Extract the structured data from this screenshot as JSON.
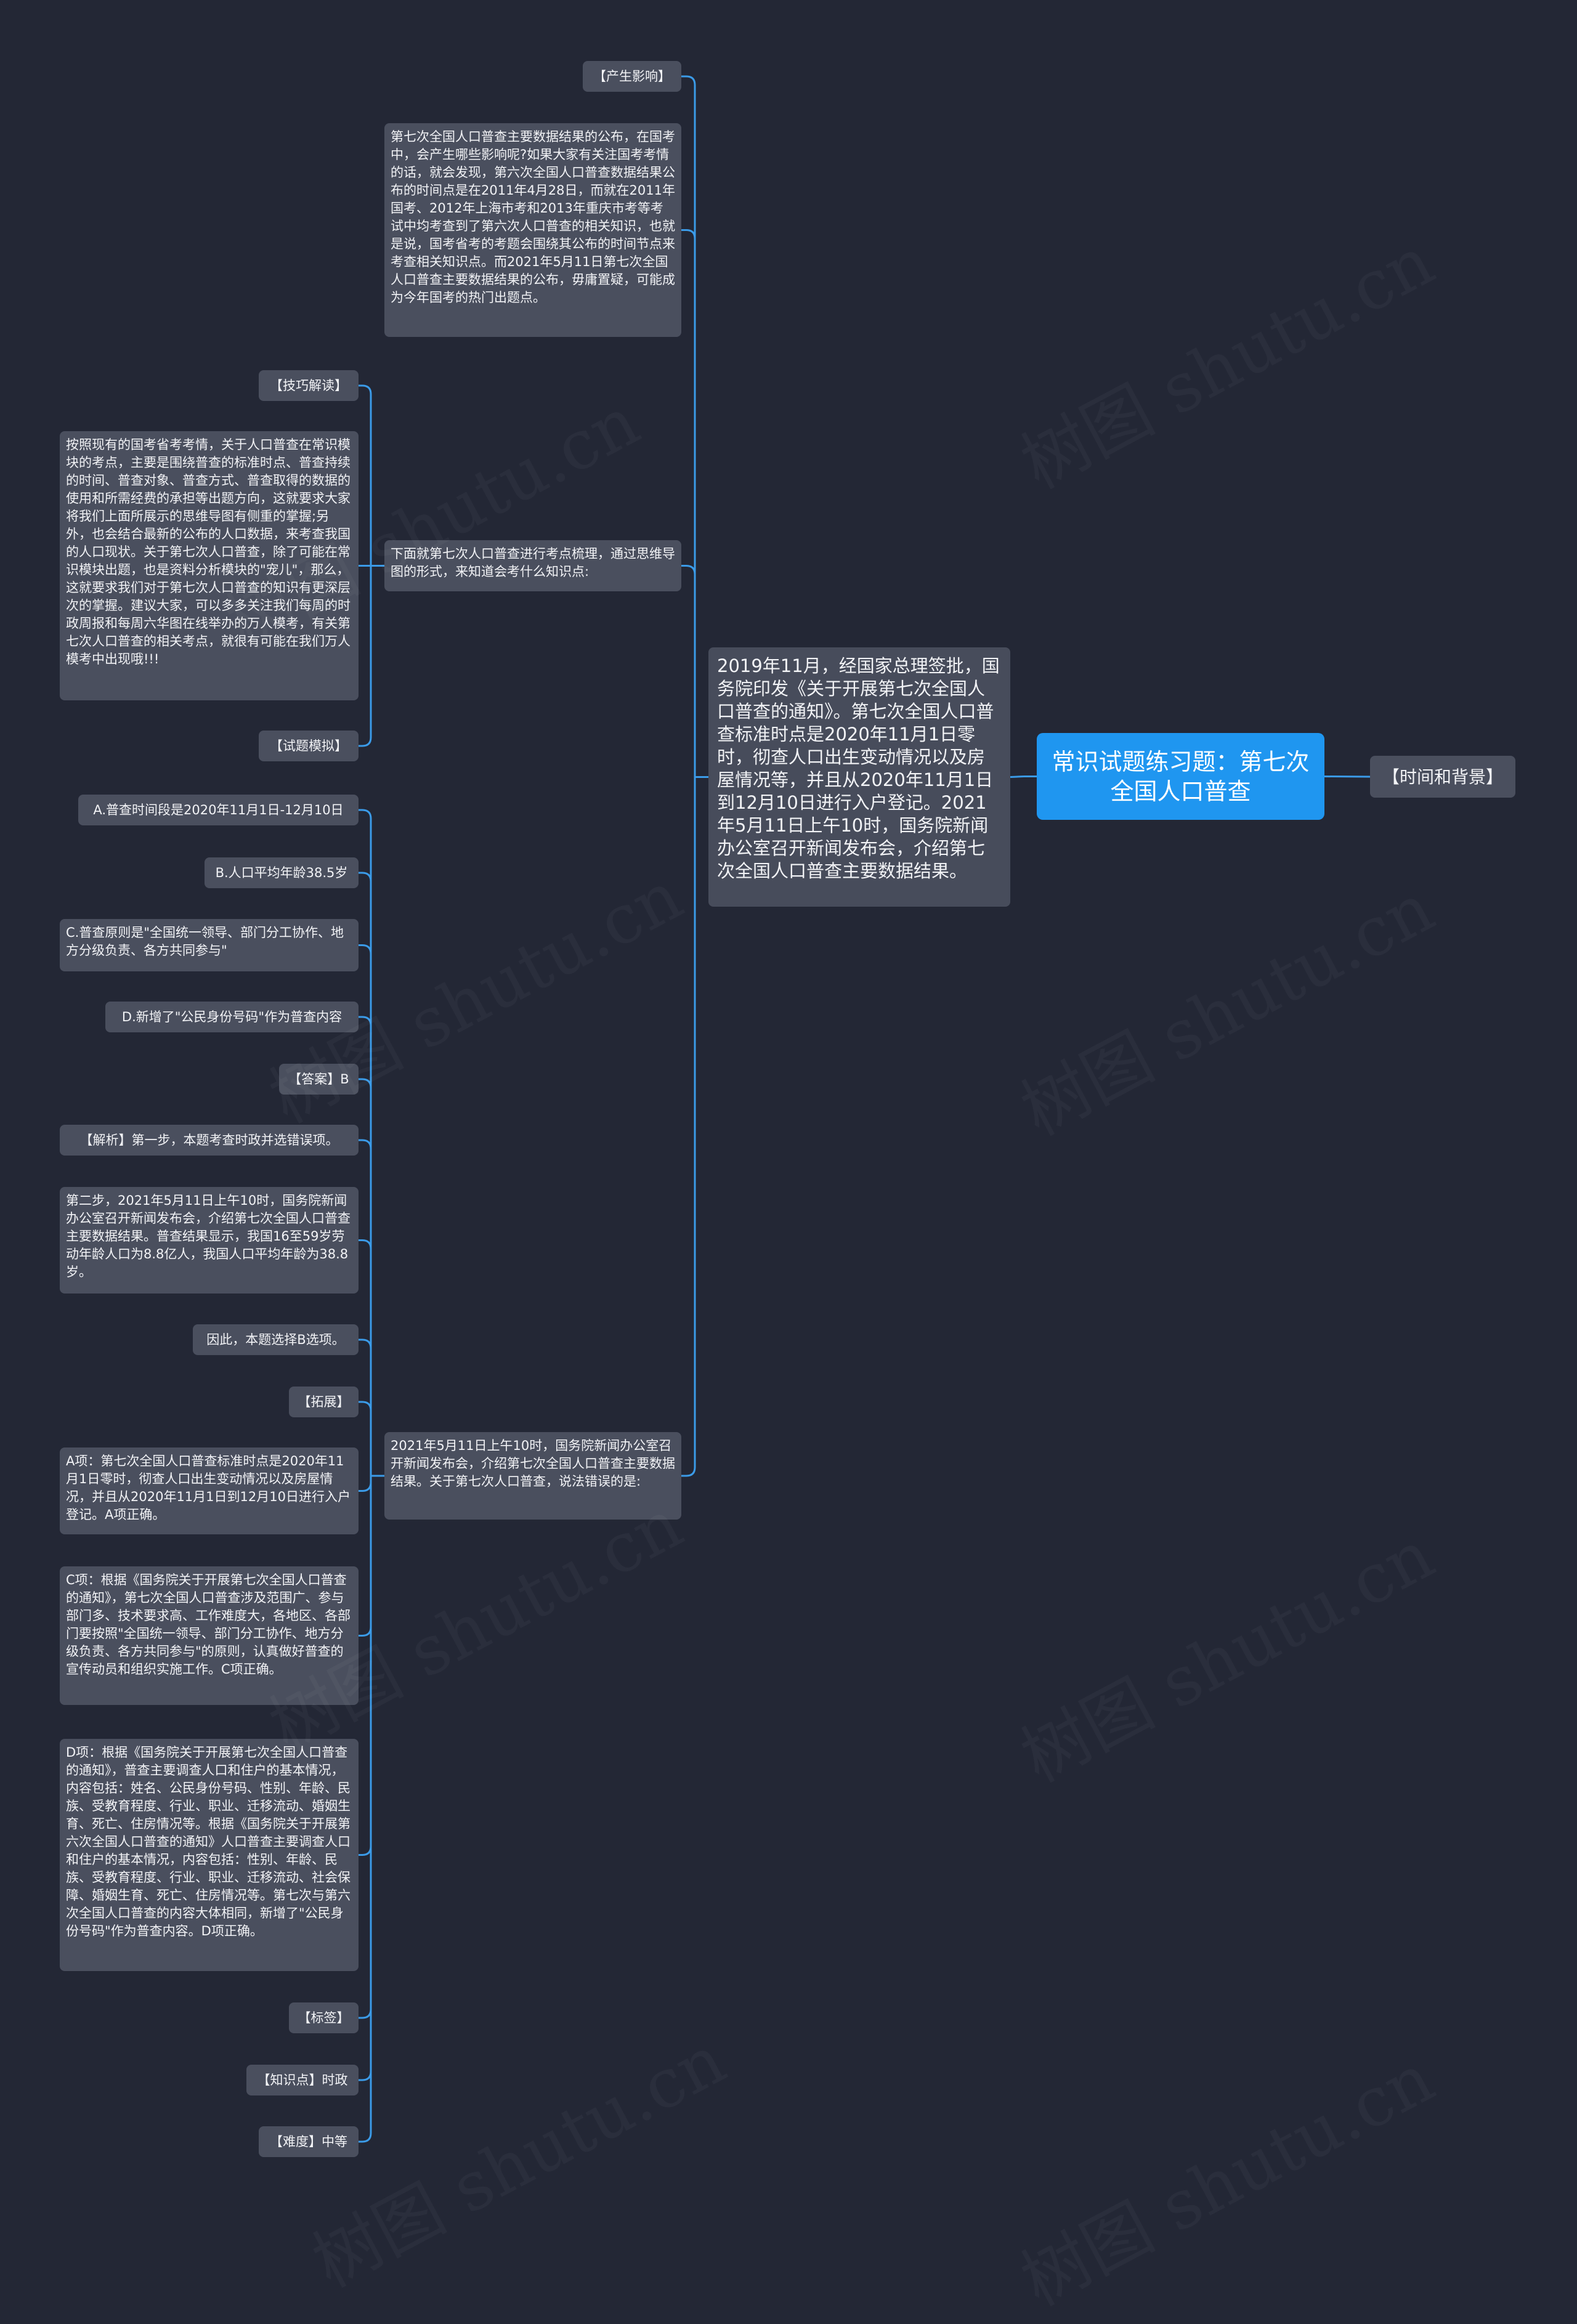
{
  "watermark": "树图 shutu.cn",
  "root": {
    "label": "常识试题练习题：第七次全国人口普查"
  },
  "right_tag": {
    "label": "【时间和背景】"
  },
  "main": {
    "text": "2019年11月，经国家总理签批，国务院印发《关于开展第七次全国人口普查的通知》。第七次全国人口普查标准时点是2020年11月1日零时，彻查人口出生变动情况以及房屋情况等，并且从2020年11月1日到12月10日进行入户登记。2021年5月11日上午10时，国务院新闻办公室召开新闻发布会，介绍第七次全国人口普查主要数据结果。"
  },
  "level2": {
    "influence_title": "【产生影响】",
    "influence_text": "第七次全国人口普查主要数据结果的公布，在国考中，会产生哪些影响呢?如果大家有关注国考考情的话，就会发现，第六次全国人口普查数据结果公布的时间点是在2011年4月28日，而就在2011年国考、2012年上海市考和2013年重庆市考等考试中均考查到了第六次人口普查的相关知识，也就是说，国考省考的考题会围绕其公布的时间节点来考查相关知识点。而2021年5月11日第七次全国人口普查主要数据结果的公布，毋庸置疑，可能成为今年国考的热门出题点。",
    "mindmap_text": "下面就第七次人口普查进行考点梳理，通过思维导图的形式，来知道会考什么知识点:",
    "question_text": "2021年5月11日上午10时，国务院新闻办公室召开新闻发布会，介绍第七次全国人口普查主要数据结果。关于第七次人口普查，说法错误的是:"
  },
  "skill": {
    "title": "【技巧解读】",
    "text": "按照现有的国考省考考情，关于人口普查在常识模块的考点，主要是围绕普查的标准时点、普查持续的时间、普查对象、普查方式、普查取得的数据的使用和所需经费的承担等出题方向，这就要求大家将我们上面所展示的思维导图有侧重的掌握;另外，也会结合最新的公布的人口数据，来考查我国的人口现状。关于第七次人口普查，除了可能在常识模块出题，也是资料分析模块的\"宠儿\"，那么，这就要求我们对于第七次人口普查的知识有更深层次的掌握。建议大家，可以多多关注我们每周的时政周报和每周六华图在线举办的万人模考，有关第七次人口普查的相关考点，就很有可能在我们万人模考中出现哦!!!",
    "mock": "【试题模拟】"
  },
  "question_children": [
    "A.普查时间段是2020年11月1日-12月10日",
    "B.人口平均年龄38.5岁",
    "C.普查原则是\"全国统一领导、部门分工协作、地方分级负责、各方共同参与\"",
    "D.新增了\"公民身份号码\"作为普查内容",
    "【答案】B",
    "【解析】第一步，本题考查时政并选错误项。",
    "第二步，2021年5月11日上午10时，国务院新闻办公室召开新闻发布会，介绍第七次全国人口普查主要数据结果。普查结果显示，我国16至59岁劳动年龄人口为8.8亿人，我国人口平均年龄为38.8岁。",
    "因此，本题选择B选项。",
    "【拓展】",
    "A项：第七次全国人口普查标准时点是2020年11月1日零时，彻查人口出生变动情况以及房屋情况，并且从2020年11月1日到12月10日进行入户登记。A项正确。",
    "C项：根据《国务院关于开展第七次全国人口普查的通知》，第七次全国人口普查涉及范围广、参与部门多、技术要求高、工作难度大，各地区、各部门要按照\"全国统一领导、部门分工协作、地方分级负责、各方共同参与\"的原则，认真做好普查的宣传动员和组织实施工作。C项正确。",
    "D项：根据《国务院关于开展第七次全国人口普查的通知》，普查主要调查人口和住户的基本情况，内容包括：姓名、公民身份号码、性别、年龄、民族、受教育程度、行业、职业、迁移流动、婚姻生育、死亡、住房情况等。根据《国务院关于开展第六次全国人口普查的通知》人口普查主要调查人口和住户的基本情况，内容包括：性别、年龄、民族、受教育程度、行业、职业、迁移流动、社会保障、婚姻生育、死亡、住房情况等。第七次与第六次全国人口普查的内容大体相同，新增了\"公民身份号码\"作为普查内容。D项正确。",
    "【标签】",
    "【知识点】时政",
    "【难度】中等"
  ]
}
